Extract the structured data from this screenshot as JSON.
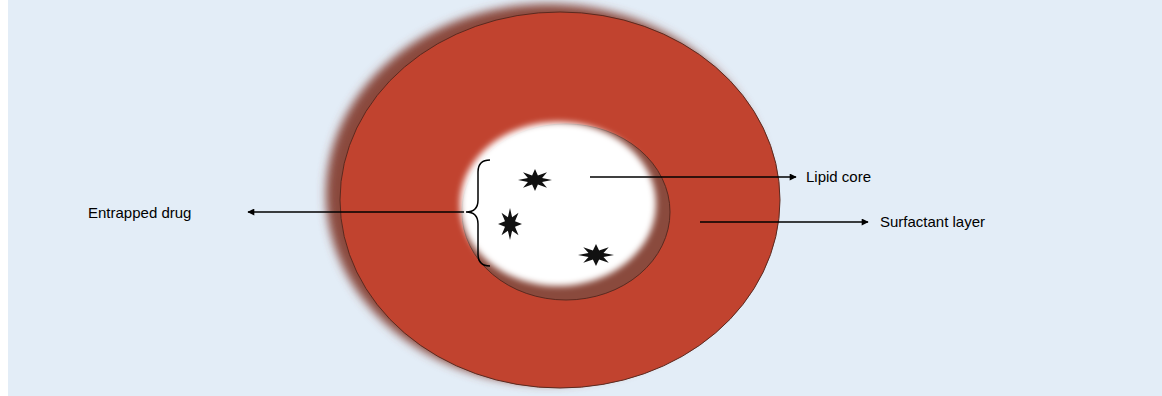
{
  "diagram": {
    "labels": [
      "Entrapped drug",
      "Lipid core",
      "Surfactant layer"
    ]
  }
}
